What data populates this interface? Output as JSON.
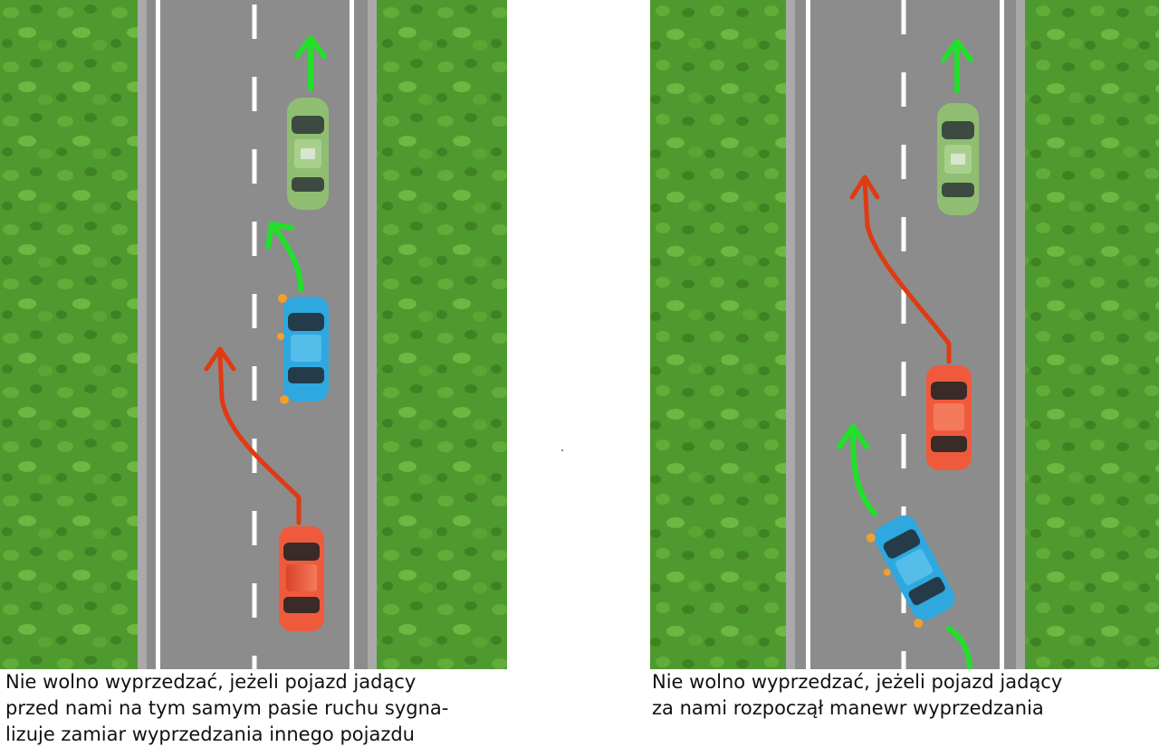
{
  "panels": [
    {
      "caption_lines": [
        "Nie wolno wyprzedzać, jeżeli pojazd jadący",
        "przed nami na tym samym pasie ruchu sygna-",
        "lizuje zamiar wyprzedzania innego pojazdu"
      ]
    },
    {
      "caption_lines": [
        "Nie wolno wyprzedzać, jeżeli pojazd jadący",
        "za nami rozpoczął manewr wyprzedzania"
      ]
    }
  ],
  "colors": {
    "grass": "#4f9a2e",
    "grass_dark": "#3f8224",
    "asphalt": "#8c8c8c",
    "lane_line": "#ffffff",
    "arrow_green": "#22e02a",
    "arrow_red": "#e03a12",
    "car_red": "#f05a3c",
    "car_blue": "#2fa8df",
    "car_green": "#8fbe72",
    "indicator": "#f0a030"
  }
}
